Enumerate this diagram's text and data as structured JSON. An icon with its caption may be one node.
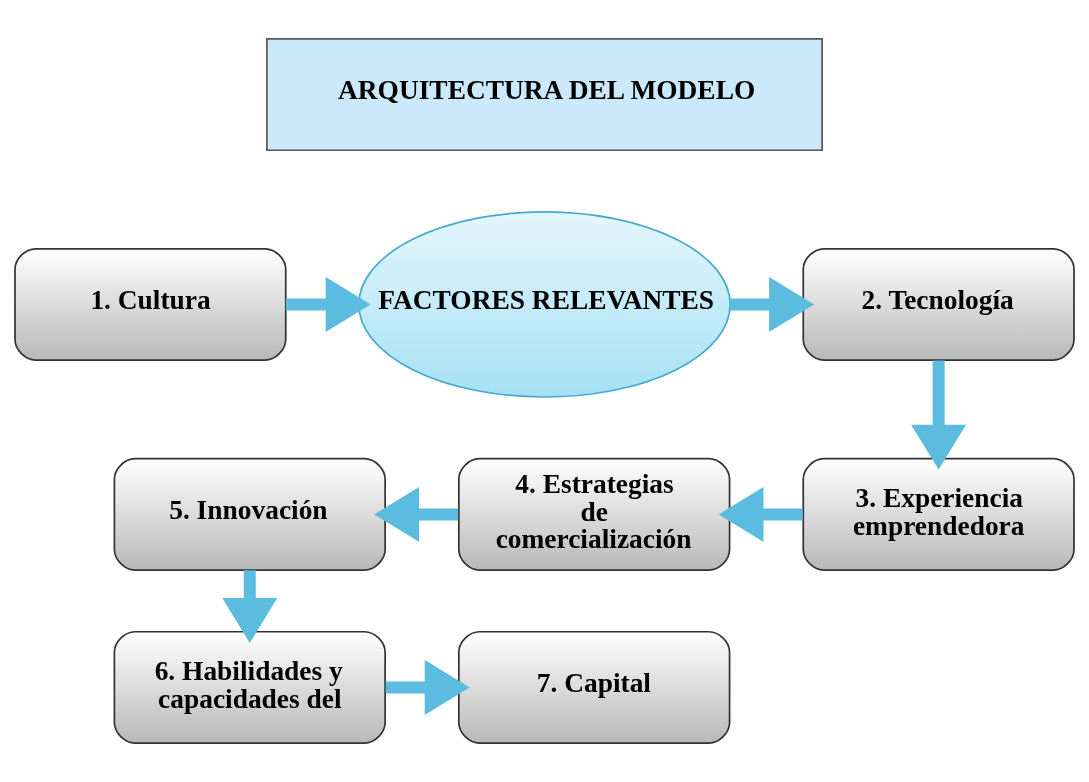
{
  "diagram": {
    "nodes": [
      {
        "text": [
          "ARQUITECTURA DEL MODELO"
        ]
      },
      {
        "text": [
          "1. Cultura"
        ]
      },
      {
        "text": [
          "FACTORES RELEVANTES"
        ]
      },
      {
        "text": [
          "2. Tecnología"
        ]
      },
      {
        "text": [
          "3. Experiencia emprendedora"
        ]
      },
      {
        "text": [
          "4. Estrategias de comercialización"
        ]
      },
      {
        "text": [
          "5. Innovación"
        ]
      },
      {
        "text": [
          "6. Habilidades y capacidades del"
        ]
      },
      {
        "text": [
          "7. Capital"
        ]
      }
    ],
    "edges": [
      {
        "from": 1,
        "to": 2,
        "arrow": "to"
      },
      {
        "from": 2,
        "to": 3,
        "arrow": "to"
      },
      {
        "from": 3,
        "to": 4,
        "arrow": "to"
      },
      {
        "from": 4,
        "to": 5,
        "arrow": "to"
      },
      {
        "from": 5,
        "to": 6,
        "arrow": "to"
      },
      {
        "from": 6,
        "to": 7,
        "arrow": "to"
      },
      {
        "from": 7,
        "to": 8,
        "arrow": "to"
      }
    ]
  }
}
